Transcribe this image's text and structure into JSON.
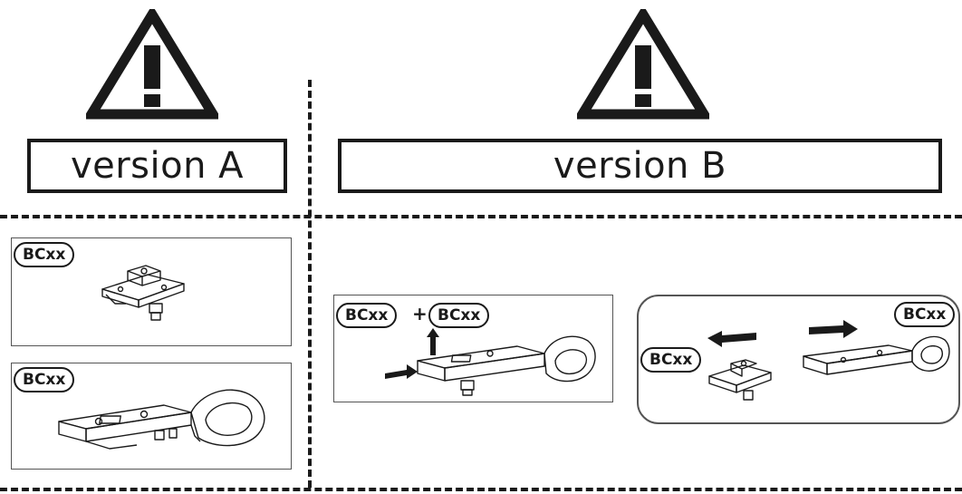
{
  "version_a": {
    "label": "version A",
    "warning_icon": "warning-triangle-icon",
    "panels": [
      {
        "badge": "BCxx",
        "illustration": "hinge-mounting-plate-icon"
      },
      {
        "badge": "BCxx",
        "illustration": "concealed-hinge-icon"
      }
    ]
  },
  "version_b": {
    "label": "version B",
    "warning_icon": "warning-triangle-icon",
    "panels": [
      {
        "badge_left": "BCxx",
        "plus": "+",
        "badge_right": "BCxx",
        "illustration": "hinge-assembly-insert-icon"
      },
      {
        "badge_left": "BCxx",
        "badge_right": "BCxx",
        "illustration": "hinge-disassembly-icon"
      }
    ]
  },
  "colors": {
    "line": "#1a1a1a",
    "panel_border": "#555555"
  }
}
